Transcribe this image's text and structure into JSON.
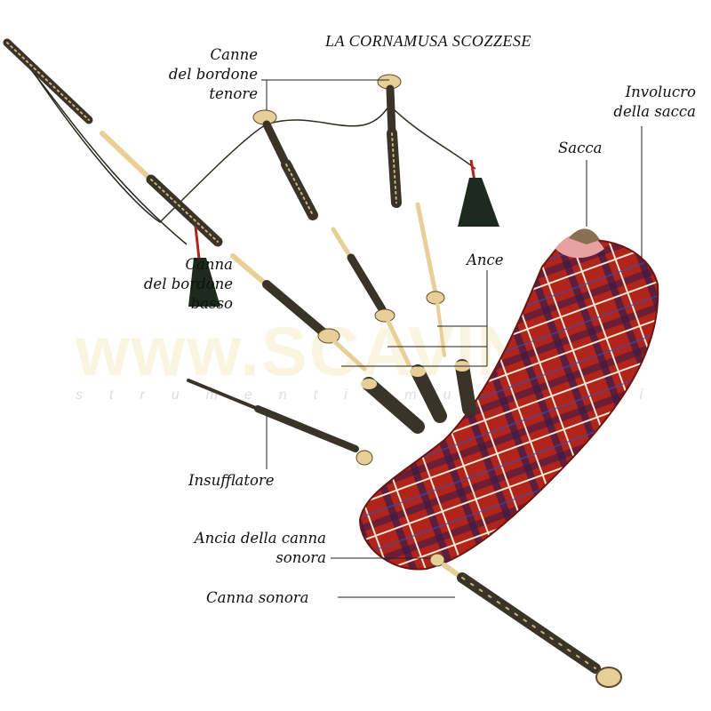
{
  "title": "LA CORNAMUSA SCOZZESE",
  "watermark": {
    "main": "www.SCAVINI",
    "sub": "strumenti musicali"
  },
  "labels": {
    "tenor_drones": [
      "Canne",
      "del bordone",
      "tenore"
    ],
    "bag_cover": [
      "Involucro",
      "della sacca"
    ],
    "bag": "Sacca",
    "reeds": "Ance",
    "bass_drone": [
      "Canna",
      "del bordone",
      "basso"
    ],
    "blowpipe": "Insufflatore",
    "chanter_reed": [
      "Ancia della canna",
      "sonora"
    ],
    "chanter": "Canna sonora"
  },
  "colors": {
    "tartan_red": "#b0241c",
    "tartan_dark": "#2a1a3a",
    "pipe_dark": "#3a3328",
    "ivory": "#e8cf98",
    "line": "#222222"
  }
}
